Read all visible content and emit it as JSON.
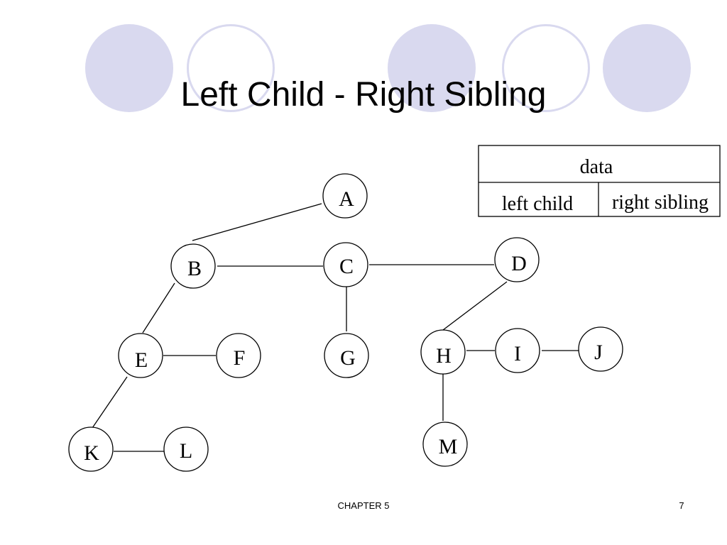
{
  "slide": {
    "title": "Left Child - Right Sibling",
    "footer_chapter": "CHAPTER 5",
    "page_number": "7"
  },
  "colors": {
    "decoration": "#d9d9ef",
    "line": "#000000",
    "node_fill": "#ffffff"
  },
  "node_structure": {
    "data_label": "data",
    "left_label": "left child",
    "right_label": "right sibling"
  },
  "tree": {
    "nodes": [
      "A",
      "B",
      "C",
      "D",
      "E",
      "F",
      "G",
      "H",
      "I",
      "J",
      "K",
      "L",
      "M"
    ],
    "left_child_links": [
      [
        "A",
        "B"
      ],
      [
        "B",
        "E"
      ],
      [
        "C",
        "G"
      ],
      [
        "D",
        "H"
      ],
      [
        "E",
        "K"
      ],
      [
        "H",
        "M"
      ]
    ],
    "right_sibling_links": [
      [
        "B",
        "C"
      ],
      [
        "C",
        "D"
      ],
      [
        "E",
        "F"
      ],
      [
        "H",
        "I"
      ],
      [
        "I",
        "J"
      ],
      [
        "K",
        "L"
      ]
    ]
  }
}
